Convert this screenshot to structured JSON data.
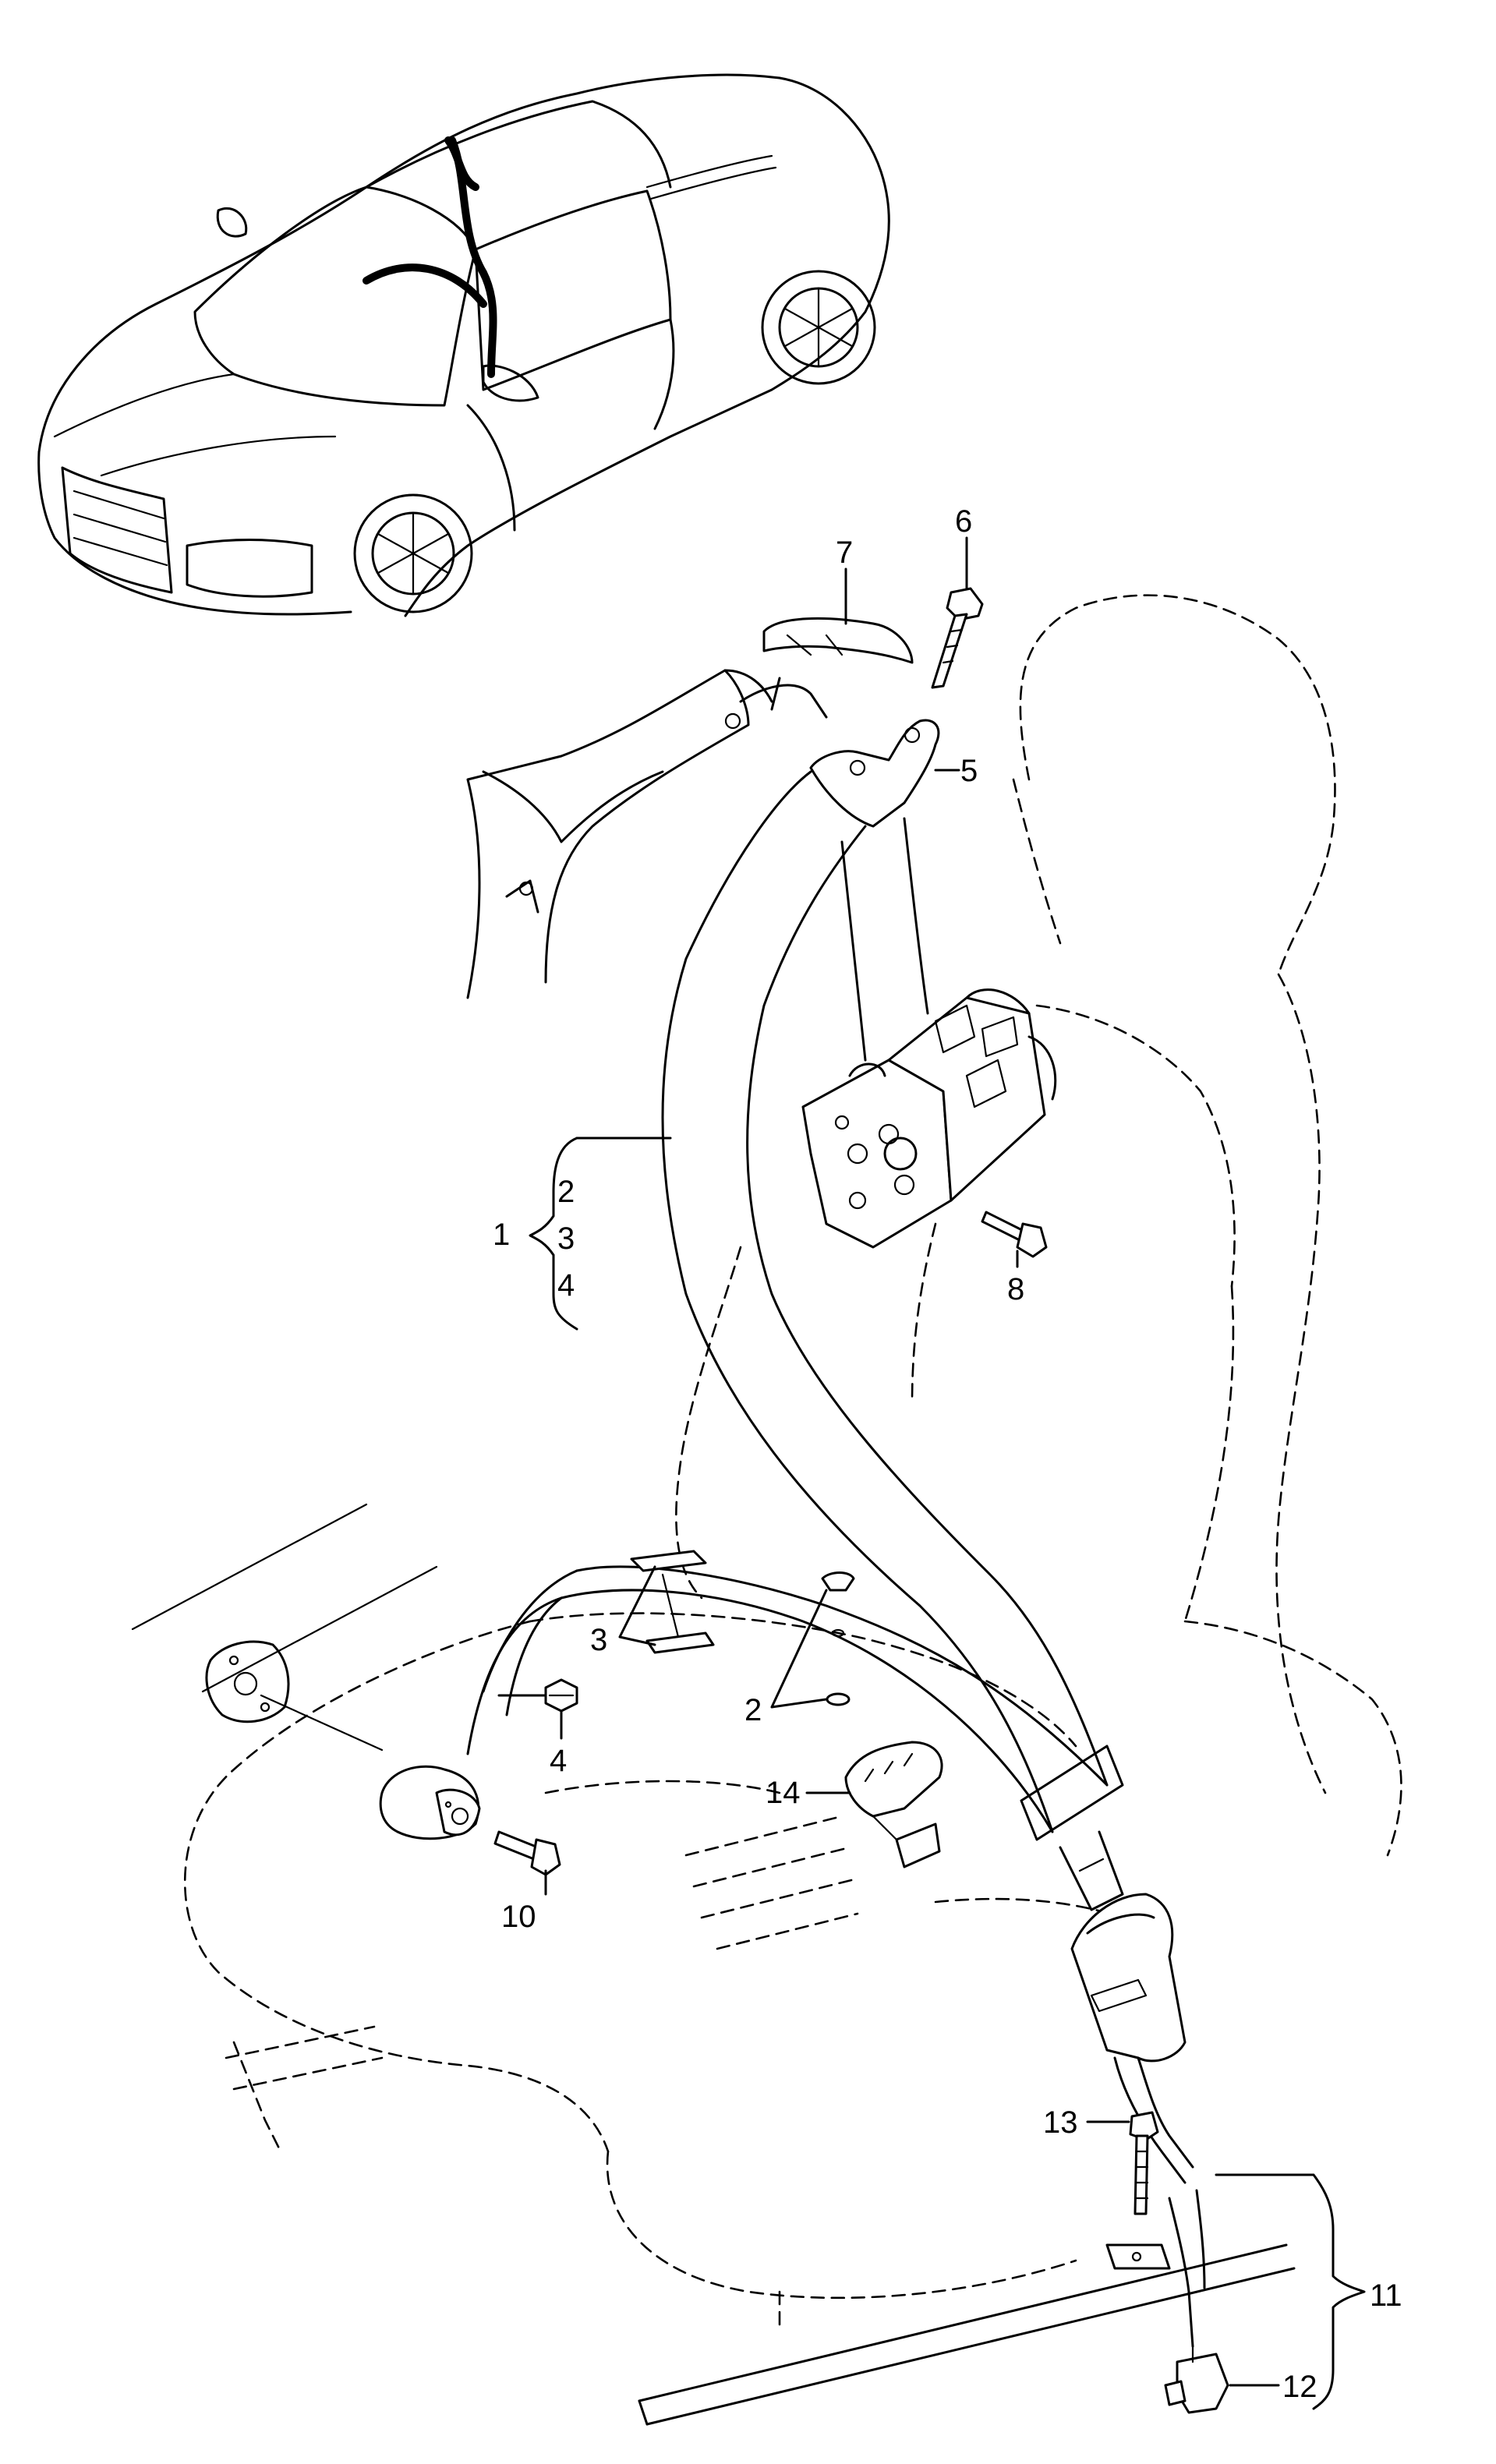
{
  "diagram": {
    "callouts": [
      {
        "id": "c1",
        "label": "1"
      },
      {
        "id": "c2a",
        "label": "2"
      },
      {
        "id": "c3a",
        "label": "3"
      },
      {
        "id": "c4a",
        "label": "4"
      },
      {
        "id": "c5",
        "label": "5"
      },
      {
        "id": "c6",
        "label": "6"
      },
      {
        "id": "c7",
        "label": "7"
      },
      {
        "id": "c8",
        "label": "8"
      },
      {
        "id": "c3b",
        "label": "3"
      },
      {
        "id": "c2b",
        "label": "2"
      },
      {
        "id": "c4b",
        "label": "4"
      },
      {
        "id": "c14",
        "label": "14"
      },
      {
        "id": "c10",
        "label": "10"
      },
      {
        "id": "c13",
        "label": "13"
      },
      {
        "id": "c11",
        "label": "11"
      },
      {
        "id": "c12",
        "label": "12"
      }
    ]
  }
}
